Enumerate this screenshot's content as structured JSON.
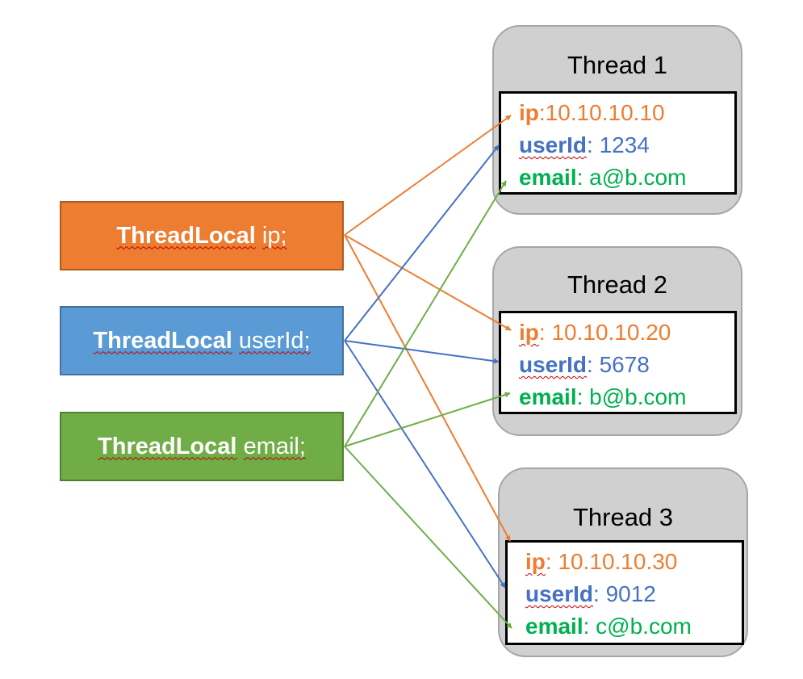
{
  "colors": {
    "ip": "#ed7d31",
    "userId": "#4472c4",
    "email": "#00b050",
    "ip_box": "#ed7d31",
    "userId_box": "#5b9bd5",
    "email_box": "#70ad47",
    "thread_bg": "#d0d0d0"
  },
  "threadlocals": [
    {
      "keyword": "ThreadLocal",
      "name": "ip;"
    },
    {
      "keyword": "ThreadLocal",
      "name": "userId;"
    },
    {
      "keyword": "ThreadLocal",
      "name": "email;"
    }
  ],
  "threads": [
    {
      "title": "Thread 1",
      "rows": [
        {
          "key": "ip",
          "value": ":10.10.10.10"
        },
        {
          "key": "userId",
          "value": ": 1234"
        },
        {
          "key": "email",
          "value": ": a@b.com"
        }
      ]
    },
    {
      "title": "Thread 2",
      "rows": [
        {
          "key": "ip",
          "value": ": 10.10.10.20"
        },
        {
          "key": "userId",
          "value": ": 5678"
        },
        {
          "key": "email",
          "value": ": b@b.com"
        }
      ]
    },
    {
      "title": "Thread 3",
      "rows": [
        {
          "key": "ip",
          "value": ": 10.10.10.30"
        },
        {
          "key": "userId",
          "value": ": 9012"
        },
        {
          "key": "email",
          "value": ": c@b.com"
        }
      ]
    }
  ]
}
